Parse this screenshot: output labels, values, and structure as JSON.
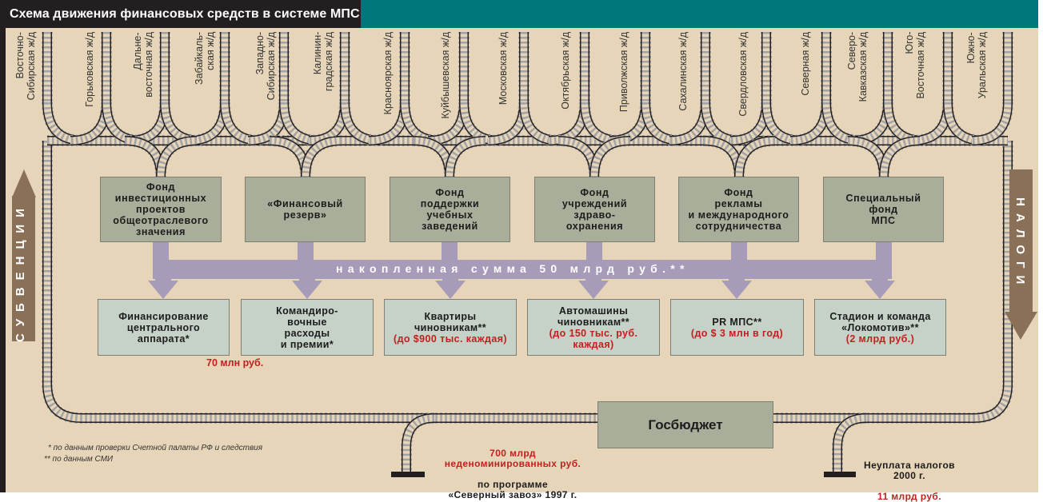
{
  "title": "Схема движения финансовых средств в системе МПС",
  "colors": {
    "background": "#e6d5b8",
    "title_bg": "#231f20",
    "title_bar_accent": "#00777b",
    "fund_box": "#a9ae9a",
    "expense_box": "#c6d1c8",
    "flow_arrow": "#a79bba",
    "side_arrow": "#8b7058",
    "highlight_red": "#c2201f",
    "rail": "#231f20",
    "sleeper": "#a3a3a6"
  },
  "railways": [
    {
      "label": "Восточно-\nСибирская ж/д"
    },
    {
      "label": "Горьковская ж/д"
    },
    {
      "label": "Дальне-\nвосточная ж/д"
    },
    {
      "label": "Забайкаль-\nская ж/д"
    },
    {
      "label": "Западно-\nСибирская ж/д"
    },
    {
      "label": "Калинин-\nградская ж/д"
    },
    {
      "label": "Красноярская ж/д"
    },
    {
      "label": "Куйбышевская ж/д"
    },
    {
      "label": "Московская ж/д"
    },
    {
      "label": "Октябрьская ж/д"
    },
    {
      "label": "Приволжская ж/д"
    },
    {
      "label": "Сахалинская ж/д"
    },
    {
      "label": "Свердловская ж/д"
    },
    {
      "label": "Северная ж/д"
    },
    {
      "label": "Северо-\nКавказская ж/д"
    },
    {
      "label": "Юго-\nВосточная ж/д"
    },
    {
      "label": "Южно-\nУральская ж/д"
    }
  ],
  "funds": [
    {
      "label": "Фонд\nинвестиционных\nпроектов\nобщеотраслевого\nзначения"
    },
    {
      "label": "«Финансовый\nрезерв»"
    },
    {
      "label": "Фонд\nподдержки\nучебных\nзаведений"
    },
    {
      "label": "Фонд\nучреждений\nздраво-\nохранения"
    },
    {
      "label": "Фонд\nрекламы\nи международного\nсотрудничества"
    },
    {
      "label": "Специальный\nфонд\nМПС"
    }
  ],
  "accumulated_sum": "накопленная сумма 50 млрд руб.**",
  "expenses": [
    {
      "label": "Финансирование\nцентрального\nаппарата*",
      "amount": ""
    },
    {
      "label": "Командиро-\nвочные\nрасходы\nи премии*",
      "amount": ""
    },
    {
      "label": "Квартиры\nчиновникам**",
      "amount": "(до $900 тыс. каждая)"
    },
    {
      "label": "Автомашины\nчиновникам**",
      "amount": "(до 150 тыс. руб.\nкаждая)"
    },
    {
      "label": "PR МПС**",
      "amount": "(до $ 3 млн в год)"
    },
    {
      "label": "Стадион и команда\n«Локомотив»**",
      "amount": "(2 млрд руб.)"
    }
  ],
  "shared_amount": "70 млн руб.",
  "side_arrows": {
    "left": "СУБВЕНЦИИ",
    "right": "НАЛОГИ"
  },
  "budget": "Госбюджет",
  "branch_left": {
    "amount": "700 млрд\nнеденоминированных руб.",
    "text": "по программе\n«Северный завоз» 1997 г."
  },
  "branch_right": {
    "text": "Неуплата налогов\n2000 г.",
    "amount": "11 млрд руб."
  },
  "footnotes": [
    "* по данным проверки Счетной палаты РФ и следствия",
    "** по данным СМИ"
  ]
}
